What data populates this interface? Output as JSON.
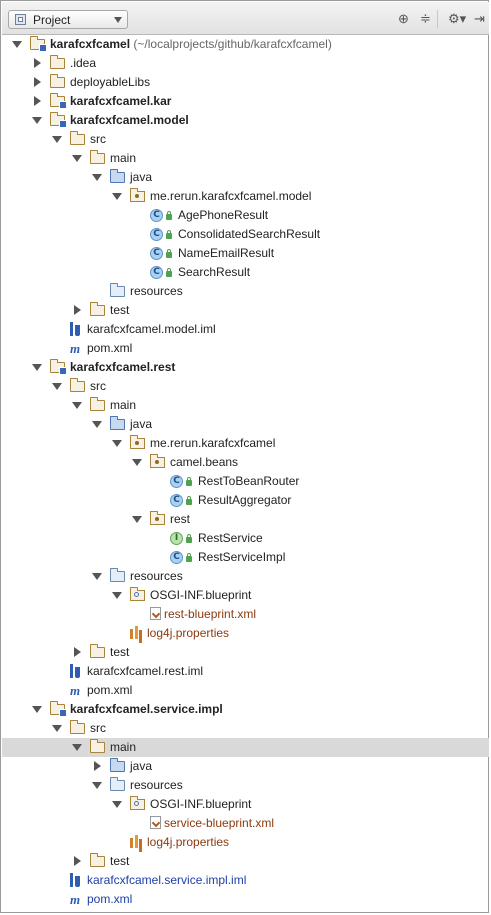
{
  "toolbar": {
    "view_label": "Project",
    "sync_icon_glyph": "⊕",
    "collapse_icon_glyph": "≑",
    "settings_icon_glyph": "⚙▾",
    "hide_icon_glyph": "⇥"
  },
  "tree": [
    {
      "depth": 0,
      "state": "open",
      "icon": "module-folder",
      "label": "karafcxfcamel",
      "suffix": "(~/localprojects/github/karafcxfcamel)",
      "style": "bold"
    },
    {
      "depth": 1,
      "state": "closed",
      "icon": "folder",
      "label": ".idea"
    },
    {
      "depth": 1,
      "state": "closed",
      "icon": "folder",
      "label": "deployableLibs"
    },
    {
      "depth": 1,
      "state": "closed",
      "icon": "module-folder",
      "label": "karafcxfcamel.kar",
      "style": "bold"
    },
    {
      "depth": 1,
      "state": "open",
      "icon": "module-folder",
      "label": "karafcxfcamel.model",
      "style": "bold"
    },
    {
      "depth": 2,
      "state": "open",
      "icon": "folder",
      "label": "src"
    },
    {
      "depth": 3,
      "state": "open",
      "icon": "folder",
      "label": "main"
    },
    {
      "depth": 4,
      "state": "open",
      "icon": "source-folder",
      "label": "java"
    },
    {
      "depth": 5,
      "state": "open",
      "icon": "package",
      "label": "me.rerun.karafcxfcamel.model"
    },
    {
      "depth": 6,
      "state": "none",
      "icon": "class",
      "label": "AgePhoneResult"
    },
    {
      "depth": 6,
      "state": "none",
      "icon": "class",
      "label": "ConsolidatedSearchResult"
    },
    {
      "depth": 6,
      "state": "none",
      "icon": "class",
      "label": "NameEmailResult"
    },
    {
      "depth": 6,
      "state": "none",
      "icon": "class",
      "label": "SearchResult"
    },
    {
      "depth": 4,
      "state": "none",
      "icon": "resource-folder",
      "label": "resources"
    },
    {
      "depth": 3,
      "state": "closed",
      "icon": "folder",
      "label": "test"
    },
    {
      "depth": 2,
      "state": "none",
      "icon": "iml",
      "label": "karafcxfcamel.model.iml"
    },
    {
      "depth": 2,
      "state": "none",
      "icon": "maven",
      "label": "pom.xml"
    },
    {
      "depth": 1,
      "state": "open",
      "icon": "module-folder",
      "label": "karafcxfcamel.rest",
      "style": "bold"
    },
    {
      "depth": 2,
      "state": "open",
      "icon": "folder",
      "label": "src"
    },
    {
      "depth": 3,
      "state": "open",
      "icon": "folder",
      "label": "main"
    },
    {
      "depth": 4,
      "state": "open",
      "icon": "source-folder",
      "label": "java"
    },
    {
      "depth": 5,
      "state": "open",
      "icon": "package",
      "label": "me.rerun.karafcxfcamel"
    },
    {
      "depth": 6,
      "state": "open",
      "icon": "package",
      "label": "camel.beans"
    },
    {
      "depth": 7,
      "state": "none",
      "icon": "class",
      "label": "RestToBeanRouter"
    },
    {
      "depth": 7,
      "state": "none",
      "icon": "class",
      "label": "ResultAggregator"
    },
    {
      "depth": 6,
      "state": "open",
      "icon": "package",
      "label": "rest"
    },
    {
      "depth": 7,
      "state": "none",
      "icon": "interface",
      "label": "RestService"
    },
    {
      "depth": 7,
      "state": "none",
      "icon": "class",
      "label": "RestServiceImpl"
    },
    {
      "depth": 4,
      "state": "open",
      "icon": "resource-folder",
      "label": "resources"
    },
    {
      "depth": 5,
      "state": "open",
      "icon": "web-folder",
      "label": "OSGI-INF.blueprint"
    },
    {
      "depth": 6,
      "state": "none",
      "icon": "xml",
      "label": "rest-blueprint.xml",
      "style": "brown"
    },
    {
      "depth": 5,
      "state": "none",
      "icon": "properties",
      "label": "log4j.properties",
      "style": "brown"
    },
    {
      "depth": 3,
      "state": "closed",
      "icon": "folder",
      "label": "test"
    },
    {
      "depth": 2,
      "state": "none",
      "icon": "iml",
      "label": "karafcxfcamel.rest.iml"
    },
    {
      "depth": 2,
      "state": "none",
      "icon": "maven",
      "label": "pom.xml"
    },
    {
      "depth": 1,
      "state": "open",
      "icon": "module-folder",
      "label": "karafcxfcamel.service.impl",
      "style": "bold"
    },
    {
      "depth": 2,
      "state": "open",
      "icon": "folder",
      "label": "src"
    },
    {
      "depth": 3,
      "state": "open",
      "icon": "folder",
      "label": "main",
      "selected": true
    },
    {
      "depth": 4,
      "state": "closed",
      "icon": "source-folder",
      "label": "java"
    },
    {
      "depth": 4,
      "state": "open",
      "icon": "resource-folder",
      "label": "resources"
    },
    {
      "depth": 5,
      "state": "open",
      "icon": "web-folder",
      "label": "OSGI-INF.blueprint"
    },
    {
      "depth": 6,
      "state": "none",
      "icon": "xml",
      "label": "service-blueprint.xml",
      "style": "brown"
    },
    {
      "depth": 5,
      "state": "none",
      "icon": "properties",
      "label": "log4j.properties",
      "style": "brown"
    },
    {
      "depth": 3,
      "state": "closed",
      "icon": "folder",
      "label": "test"
    },
    {
      "depth": 2,
      "state": "none",
      "icon": "iml",
      "label": "karafcxfcamel.service.impl.iml",
      "style": "blue"
    },
    {
      "depth": 2,
      "state": "none",
      "icon": "maven",
      "label": "pom.xml",
      "style": "blue"
    }
  ],
  "colors": {
    "selection": "#d9d9d9",
    "bold_module": "#222222",
    "resource_file": "#8b3a0f",
    "modified_file": "#1c3fa8"
  },
  "icon_names": {
    "folder": "folder-icon",
    "module-folder": "module-folder-icon",
    "source-folder": "source-folder-icon",
    "resource-folder": "resource-folder-icon",
    "package": "package-icon",
    "class": "class-icon",
    "interface": "interface-icon",
    "iml": "iml-file-icon",
    "maven": "maven-pom-icon",
    "xml": "xml-file-icon",
    "properties": "properties-file-icon",
    "web-folder": "web-folder-icon"
  },
  "class_letter": "C",
  "interface_letter": "I",
  "maven_letter": "m"
}
